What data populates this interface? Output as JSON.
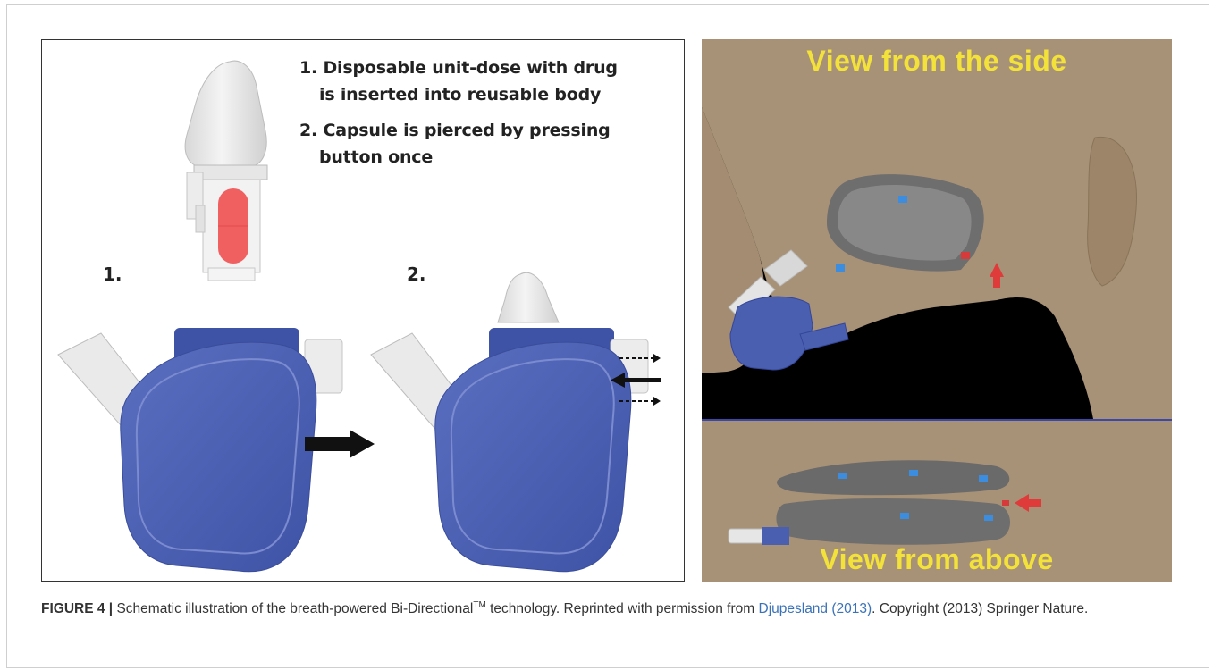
{
  "left_panel": {
    "instructions": {
      "line1": "1. Disposable unit-dose with drug",
      "line2": "is inserted into reusable body",
      "line3": "2. Capsule is pierced by pressing",
      "line4": "button once"
    },
    "step1_label": "1.",
    "step2_label": "2."
  },
  "right_panel": {
    "top_label": "View from the side",
    "bottom_label": "View from above"
  },
  "caption": {
    "figure_label": "FIGURE 4 |",
    "text_before_sup": "Schematic illustration of the breath-powered Bi-Directional",
    "sup": "TM",
    "text_after_sup": "technology. Reprinted with permission from",
    "reference_link": "Djupesland (2013)",
    "text_end": ". Copyright (2013) Springer Nature."
  },
  "colors": {
    "device_blue": "#4a5fb0",
    "device_grey": "#e4e4e4",
    "capsule_red": "#f06060",
    "skin": "#a89277",
    "label_yellow": "#f3e23a",
    "link_blue": "#3a72b8"
  }
}
